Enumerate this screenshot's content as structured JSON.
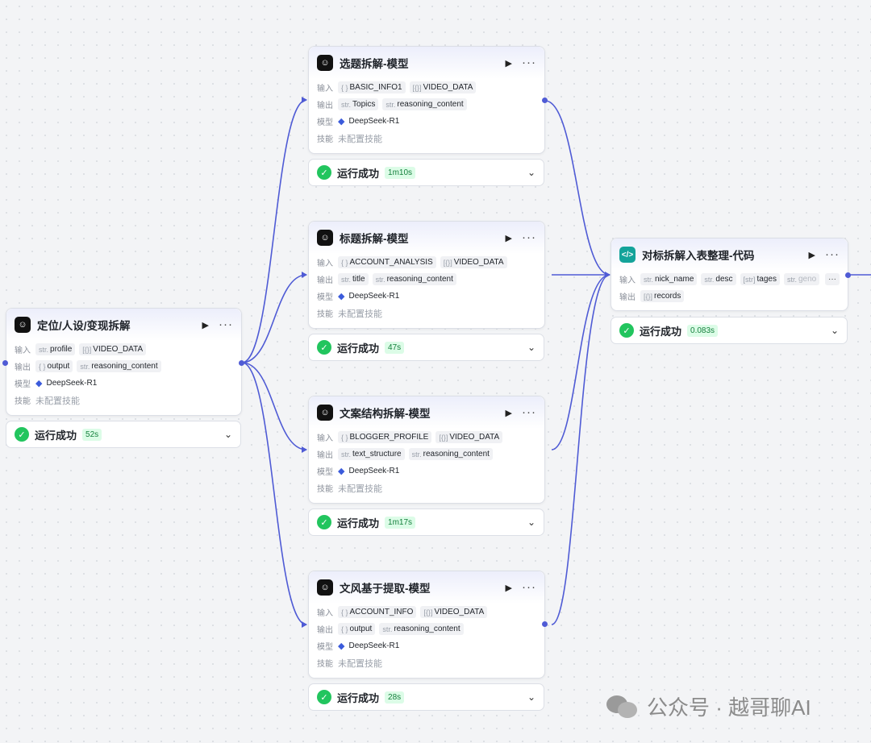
{
  "labels": {
    "input": "输入",
    "output": "输出",
    "model": "模型",
    "skill": "技能"
  },
  "nodes": {
    "source": {
      "title": "定位/人设/变现拆解",
      "inputs": [
        {
          "type": "str.",
          "name": "profile"
        },
        {
          "type": "[{}]",
          "name": "VIDEO_DATA"
        }
      ],
      "outputs": [
        {
          "type": "{ }",
          "name": "output"
        },
        {
          "type": "str.",
          "name": "reasoning_content"
        }
      ],
      "model": "DeepSeek-R1",
      "skill": "未配置技能",
      "status": "运行成功",
      "duration": "52s"
    },
    "topic": {
      "title": "选题拆解-模型",
      "inputs": [
        {
          "type": "{ }",
          "name": "BASIC_INFO1"
        },
        {
          "type": "[{}]",
          "name": "VIDEO_DATA"
        }
      ],
      "outputs": [
        {
          "type": "str.",
          "name": "Topics"
        },
        {
          "type": "str.",
          "name": "reasoning_content"
        }
      ],
      "model": "DeepSeek-R1",
      "skill": "未配置技能",
      "status": "运行成功",
      "duration": "1m10s"
    },
    "headline": {
      "title": "标题拆解-模型",
      "inputs": [
        {
          "type": "{ }",
          "name": "ACCOUNT_ANALYSIS"
        },
        {
          "type": "[{}]",
          "name": "VIDEO_DATA"
        }
      ],
      "outputs": [
        {
          "type": "str.",
          "name": "title"
        },
        {
          "type": "str.",
          "name": "reasoning_content"
        }
      ],
      "model": "DeepSeek-R1",
      "skill": "未配置技能",
      "status": "运行成功",
      "duration": "47s"
    },
    "structure": {
      "title": "文案结构拆解-模型",
      "inputs": [
        {
          "type": "{ }",
          "name": "BLOGGER_PROFILE"
        },
        {
          "type": "[{}]",
          "name": "VIDEO_DATA"
        }
      ],
      "outputs": [
        {
          "type": "str.",
          "name": "text_structure"
        },
        {
          "type": "str.",
          "name": "reasoning_content"
        }
      ],
      "model": "DeepSeek-R1",
      "skill": "未配置技能",
      "status": "运行成功",
      "duration": "1m17s"
    },
    "style": {
      "title": "文风基于提取-模型",
      "inputs": [
        {
          "type": "{ }",
          "name": "ACCOUNT_INFO"
        },
        {
          "type": "[{}]",
          "name": "VIDEO_DATA"
        }
      ],
      "outputs": [
        {
          "type": "{ }",
          "name": "output"
        },
        {
          "type": "str.",
          "name": "reasoning_content"
        }
      ],
      "model": "DeepSeek-R1",
      "skill": "未配置技能",
      "status": "运行成功",
      "duration": "28s"
    },
    "code": {
      "title": "对标拆解入表整理-代码",
      "inputs": [
        {
          "type": "str.",
          "name": "nick_name"
        },
        {
          "type": "str.",
          "name": "desc"
        },
        {
          "type": "[str]",
          "name": "tages"
        },
        {
          "type": "str.",
          "name": "geno"
        }
      ],
      "more_label": "···",
      "outputs": [
        {
          "type": "[{}]",
          "name": "records"
        }
      ],
      "status": "运行成功",
      "duration": "0.083s"
    }
  },
  "icons": {
    "node_logo": "robot-logo-icon",
    "code_logo": "code-brackets-icon",
    "run": "play-icon",
    "menu": "more-dots-icon",
    "model": "deepseek-whale-icon",
    "status": "check-circle-icon",
    "expand": "chevron-down-icon"
  },
  "colors": {
    "edge": "#4f5bd5",
    "success": "#22c55e",
    "code_logo": "#14a39a"
  },
  "watermark": {
    "text": "公众号 · 越哥聊AI"
  }
}
